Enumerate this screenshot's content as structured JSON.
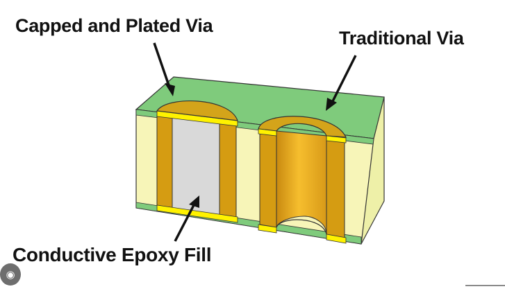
{
  "labels": {
    "capped_and_plated_via": "Capped and Plated Via",
    "traditional_via": "Traditional Via",
    "conductive_epoxy_fill": "Conductive Epoxy Fill"
  },
  "colors": {
    "solder_mask": "#7ec97a",
    "laminate": "#f7f5b8",
    "copper_plating": "#d8a213",
    "copper_foil": "#fff200",
    "barrel": "#f0b020",
    "epoxy_fill": "#d9d9d9"
  },
  "icons": {
    "lens": "lens-icon"
  }
}
